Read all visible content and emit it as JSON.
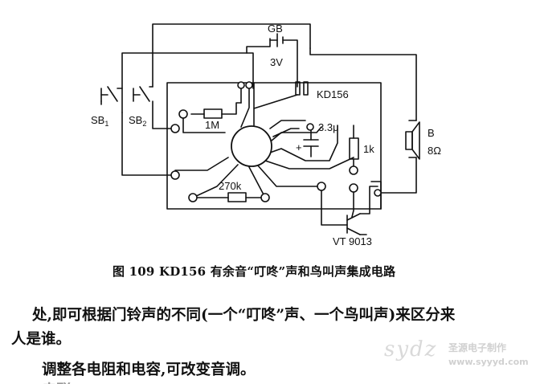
{
  "diagram": {
    "labels": {
      "battery": "GB",
      "battery_voltage": "3V",
      "chip": "KD156",
      "switch1": "SB",
      "switch1_sub": "1",
      "switch2": "SB",
      "switch2_sub": "2",
      "resistor_1m": "1M",
      "capacitor": "3.3μ",
      "plus": "+",
      "resistor_1k": "1k",
      "resistor_270k": "270k",
      "speaker": "B",
      "speaker_ohm": "8Ω",
      "transistor": "VT 9013"
    }
  },
  "caption": "图 109   KD156 有余音“叮咚”声和鸟叫声集成电路",
  "text": {
    "line1": "处,即可根据门铃声的不同(一个“叮咚”声、一个鸟叫声)来区分来",
    "line2": "人是谁。",
    "line3": "调整各电阻和电容,可改变音调。",
    "line4": "串联 ......"
  },
  "watermark": {
    "brand": "sydz",
    "title": "圣源电子制作",
    "url": "www.syyyd.com"
  }
}
